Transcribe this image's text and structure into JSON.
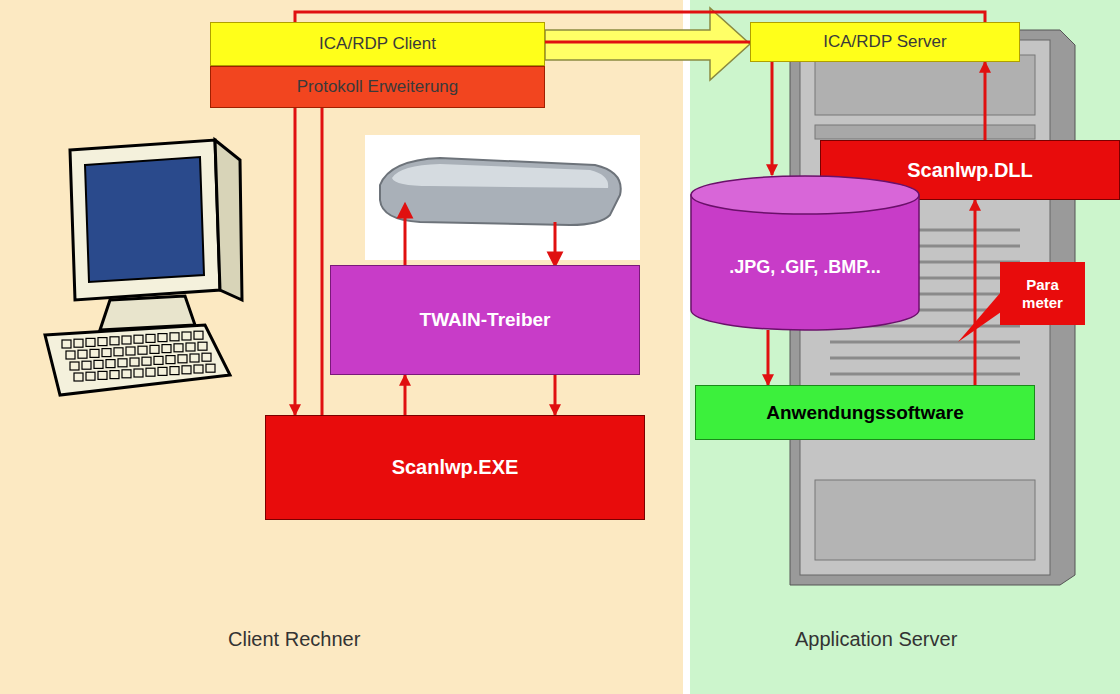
{
  "diagram": {
    "nodes": [
      {
        "text": [
          "ICA/RDP Client"
        ]
      },
      {
        "text": [
          "Protokoll Erweiterung"
        ]
      },
      {
        "text": [
          "ICA/RDP Server"
        ]
      },
      {
        "text": [
          "TWAIN-Treiber"
        ]
      },
      {
        "text": [
          "Scanlwp.EXE"
        ]
      },
      {
        "text": [
          "Scanlwp.DLL"
        ]
      },
      {
        "text": [
          ".JPG, .GIF, .BMP..."
        ]
      },
      {
        "text": [
          "Anwendungssoftware"
        ]
      },
      {
        "text": [
          "Para meter"
        ]
      }
    ],
    "edges": [
      {
        "from": 0,
        "to": 2,
        "arrow": "to"
      },
      {
        "from": 5,
        "to": 2,
        "arrow": "to"
      },
      {
        "from": 2,
        "to": 4,
        "arrow": "to"
      },
      {
        "from": 4,
        "to": 6,
        "arrow": "to"
      },
      {
        "from": 4,
        "to": 3,
        "arrow": "to"
      },
      {
        "from": 3,
        "to": 4,
        "arrow": "to"
      },
      {
        "from": 6,
        "to": 7,
        "arrow": "to"
      },
      {
        "from": 7,
        "to": 5,
        "arrow": "to"
      }
    ],
    "labels": [
      "Client Rechner",
      "Application Server"
    ]
  }
}
